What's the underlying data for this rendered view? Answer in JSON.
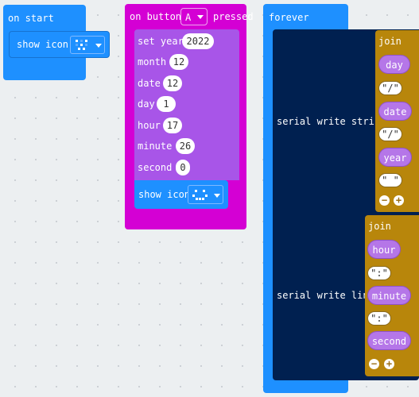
{
  "on_start": {
    "hat_label": "on start",
    "show_icon_label": "show icon"
  },
  "on_button": {
    "label_prefix": "on button",
    "button_value": "A",
    "label_suffix": "pressed",
    "rows": [
      {
        "label": "set year",
        "value": "2022"
      },
      {
        "label": "month",
        "value": "12"
      },
      {
        "label": "date",
        "value": "12"
      },
      {
        "label": "day",
        "value": "1"
      },
      {
        "label": "hour",
        "value": "17"
      },
      {
        "label": "minute",
        "value": "26"
      },
      {
        "label": "second",
        "value": "0"
      }
    ],
    "show_icon_label": "show icon"
  },
  "forever": {
    "hat_label": "forever",
    "serial_string": {
      "label": "serial write string",
      "join_label": "join",
      "items": [
        "day",
        "\"/\"",
        "date",
        "\"/\"",
        "year",
        "\" \""
      ]
    },
    "serial_line": {
      "label": "serial write line",
      "join_label": "join",
      "items": [
        "hour",
        "\":\"",
        "minute",
        "\":\"",
        "second"
      ]
    }
  },
  "colors": {
    "basic_blue": "#1e90ff",
    "input_magenta": "#d400d4",
    "time_purple": "#a855e8",
    "serial_navy": "#002050",
    "text_gold": "#b8860b",
    "variable_purple": "#b576e8"
  }
}
